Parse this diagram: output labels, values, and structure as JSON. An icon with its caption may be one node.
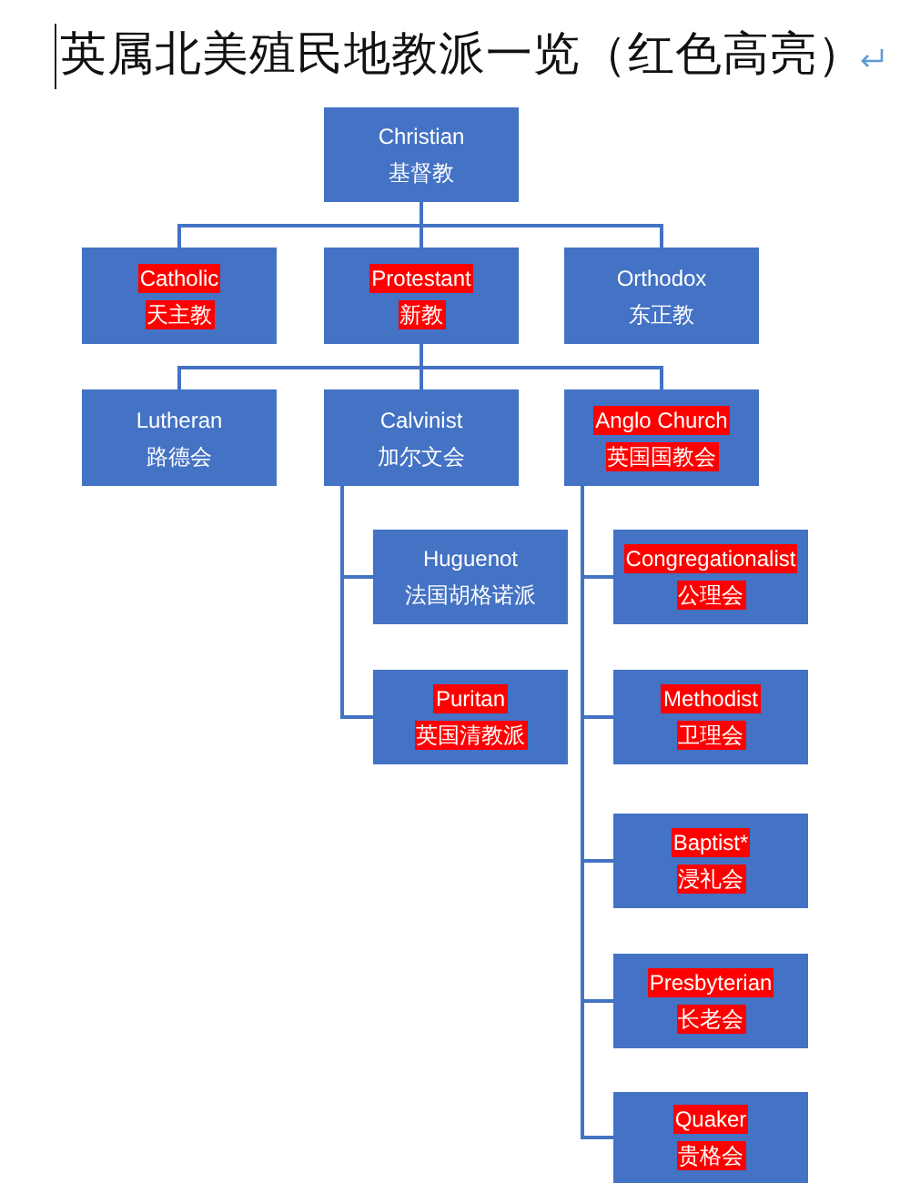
{
  "diagram": {
    "title": "英属北美殖民地教派一览（红色高亮）",
    "nodes": [
      {
        "text": [
          "Christian",
          "基督教"
        ]
      },
      {
        "text": [
          "Catholic",
          "天主教"
        ]
      },
      {
        "text": [
          "Protestant",
          "新教"
        ]
      },
      {
        "text": [
          "Orthodox",
          "东正教"
        ]
      },
      {
        "text": [
          "Lutheran",
          "路德会"
        ]
      },
      {
        "text": [
          "Calvinist",
          "加尔文会"
        ]
      },
      {
        "text": [
          "Anglo Church",
          "英国国教会"
        ]
      },
      {
        "text": [
          "Huguenot",
          "法国胡格诺派"
        ]
      },
      {
        "text": [
          "Congregationalist",
          "公理会"
        ]
      },
      {
        "text": [
          "Puritan",
          "英国清教派"
        ]
      },
      {
        "text": [
          "Methodist",
          "卫理会"
        ]
      },
      {
        "text": [
          "Baptist*",
          "浸礼会"
        ]
      },
      {
        "text": [
          "Presbyterian",
          "长老会"
        ]
      },
      {
        "text": [
          "Quaker",
          "贵格会"
        ]
      }
    ],
    "edges": [
      {
        "from": 0,
        "to": 1,
        "arrow": "none"
      },
      {
        "from": 0,
        "to": 2,
        "arrow": "none"
      },
      {
        "from": 0,
        "to": 3,
        "arrow": "none"
      },
      {
        "from": 2,
        "to": 4,
        "arrow": "none"
      },
      {
        "from": 2,
        "to": 5,
        "arrow": "none"
      },
      {
        "from": 2,
        "to": 6,
        "arrow": "none"
      },
      {
        "from": 5,
        "to": 7,
        "arrow": "none"
      },
      {
        "from": 5,
        "to": 9,
        "arrow": "none"
      },
      {
        "from": 6,
        "to": 8,
        "arrow": "none"
      },
      {
        "from": 6,
        "to": 10,
        "arrow": "none"
      },
      {
        "from": 6,
        "to": 11,
        "arrow": "none"
      },
      {
        "from": 6,
        "to": 12,
        "arrow": "none"
      },
      {
        "from": 6,
        "to": 13,
        "arrow": "none"
      }
    ]
  }
}
